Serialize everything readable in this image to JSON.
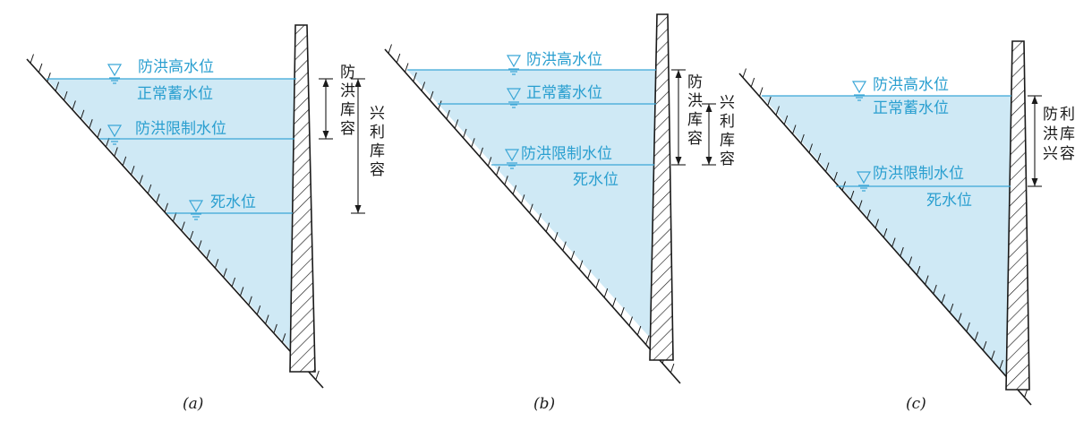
{
  "panels": [
    {
      "id": "a",
      "caption": "(a)",
      "levels": [
        {
          "key": "flood-high",
          "label": "防洪高水位",
          "has_mark": true
        },
        {
          "key": "normal",
          "label": "正常蓄水位",
          "has_mark": false
        },
        {
          "key": "flood-limit",
          "label": "防洪限制水位",
          "has_mark": true
        },
        {
          "key": "dead",
          "label": "死水位",
          "has_mark": true
        }
      ],
      "capacities": [
        {
          "key": "flood-capacity",
          "label": "防洪库容"
        },
        {
          "key": "beneficial-capacity",
          "label": "兴利库容"
        }
      ]
    },
    {
      "id": "b",
      "caption": "(b)",
      "levels": [
        {
          "key": "flood-high",
          "label": "防洪高水位",
          "has_mark": true
        },
        {
          "key": "normal",
          "label": "正常蓄水位",
          "has_mark": true
        },
        {
          "key": "flood-limit",
          "label": "防洪限制水位",
          "has_mark": true
        },
        {
          "key": "dead",
          "label": "死水位",
          "has_mark": false
        }
      ],
      "capacities": [
        {
          "key": "flood-capacity",
          "label": "防洪库容"
        },
        {
          "key": "beneficial-capacity",
          "label": "兴利库容"
        }
      ]
    },
    {
      "id": "c",
      "caption": "(c)",
      "levels": [
        {
          "key": "flood-high",
          "label": "防洪高水位",
          "has_mark": true
        },
        {
          "key": "normal",
          "label": "正常蓄水位",
          "has_mark": false
        },
        {
          "key": "flood-limit",
          "label": "防洪限制水位",
          "has_mark": true
        },
        {
          "key": "dead",
          "label": "死水位",
          "has_mark": false
        }
      ],
      "capacities": [
        {
          "key": "combined-capacity",
          "label": "防洪兴利库容"
        }
      ]
    }
  ],
  "colors": {
    "water_fill": "#cfe9f5",
    "water_line": "#3aa6d6",
    "label": "#2a9fd0",
    "ink": "#1a1a1a"
  }
}
